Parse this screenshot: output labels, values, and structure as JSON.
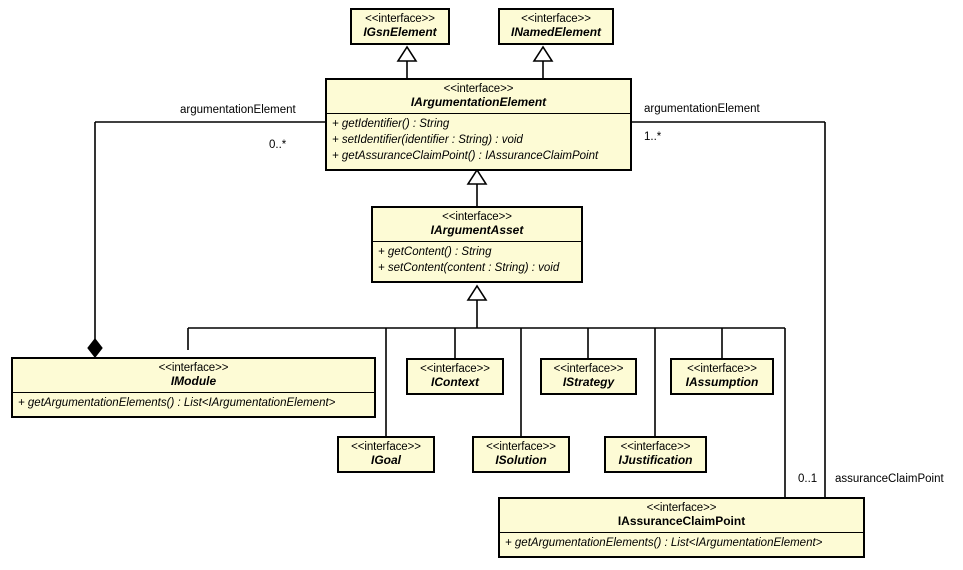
{
  "diagram": {
    "title": "GSN Argumentation Element Interface Hierarchy",
    "type": "uml-class-diagram",
    "stereotype": "<<interface>>",
    "colors": {
      "class_fill": "#fdfbd5",
      "border": "#000000",
      "background": "#ffffff",
      "text": "#000000"
    }
  },
  "classes": [
    {
      "id": "igsnelement",
      "stereotype": "<<interface>>",
      "name": "IGsnElement",
      "features": []
    },
    {
      "id": "inamedelement",
      "stereotype": "<<interface>>",
      "name": "INamedElement",
      "features": []
    },
    {
      "id": "iargumentationelement",
      "stereotype": "<<interface>>",
      "name": "IArgumentationElement",
      "features": [
        "+ getIdentifier() : String",
        "+ setIdentifier(identifier : String) : void",
        "+ getAssuranceClaimPoint() : IAssuranceClaimPoint"
      ]
    },
    {
      "id": "iargumentasset",
      "stereotype": "<<interface>>",
      "name": "IArgumentAsset",
      "features": [
        "+ getContent() : String",
        "+ setContent(content : String) : void"
      ]
    },
    {
      "id": "imodule",
      "stereotype": "<<interface>>",
      "name": "IModule",
      "features": [
        "+ getArgumentationElements() : List<IArgumentationElement>"
      ]
    },
    {
      "id": "icontext",
      "stereotype": "<<interface>>",
      "name": "IContext",
      "features": []
    },
    {
      "id": "istrategy",
      "stereotype": "<<interface>>",
      "name": "IStrategy",
      "features": []
    },
    {
      "id": "iassumption",
      "stereotype": "<<interface>>",
      "name": "IAssumption",
      "features": []
    },
    {
      "id": "igoal",
      "stereotype": "<<interface>>",
      "name": "IGoal",
      "features": []
    },
    {
      "id": "isolution",
      "stereotype": "<<interface>>",
      "name": "ISolution",
      "features": []
    },
    {
      "id": "ijustification",
      "stereotype": "<<interface>>",
      "name": "IJustification",
      "features": []
    },
    {
      "id": "iassuranceclaimpoint",
      "stereotype": "<<interface>>",
      "name": "IAssuranceClaimPoint",
      "features": [
        "+ getArgumentationElements() : List<IArgumentationElement>"
      ]
    }
  ],
  "edge_labels": {
    "left_role": "argumentationElement",
    "left_multiplicity": "0..*",
    "right_role": "argumentationElement",
    "right_multiplicity": "1..*",
    "acp_multiplicity": "0..1",
    "acp_role": "assuranceClaimPoint"
  }
}
